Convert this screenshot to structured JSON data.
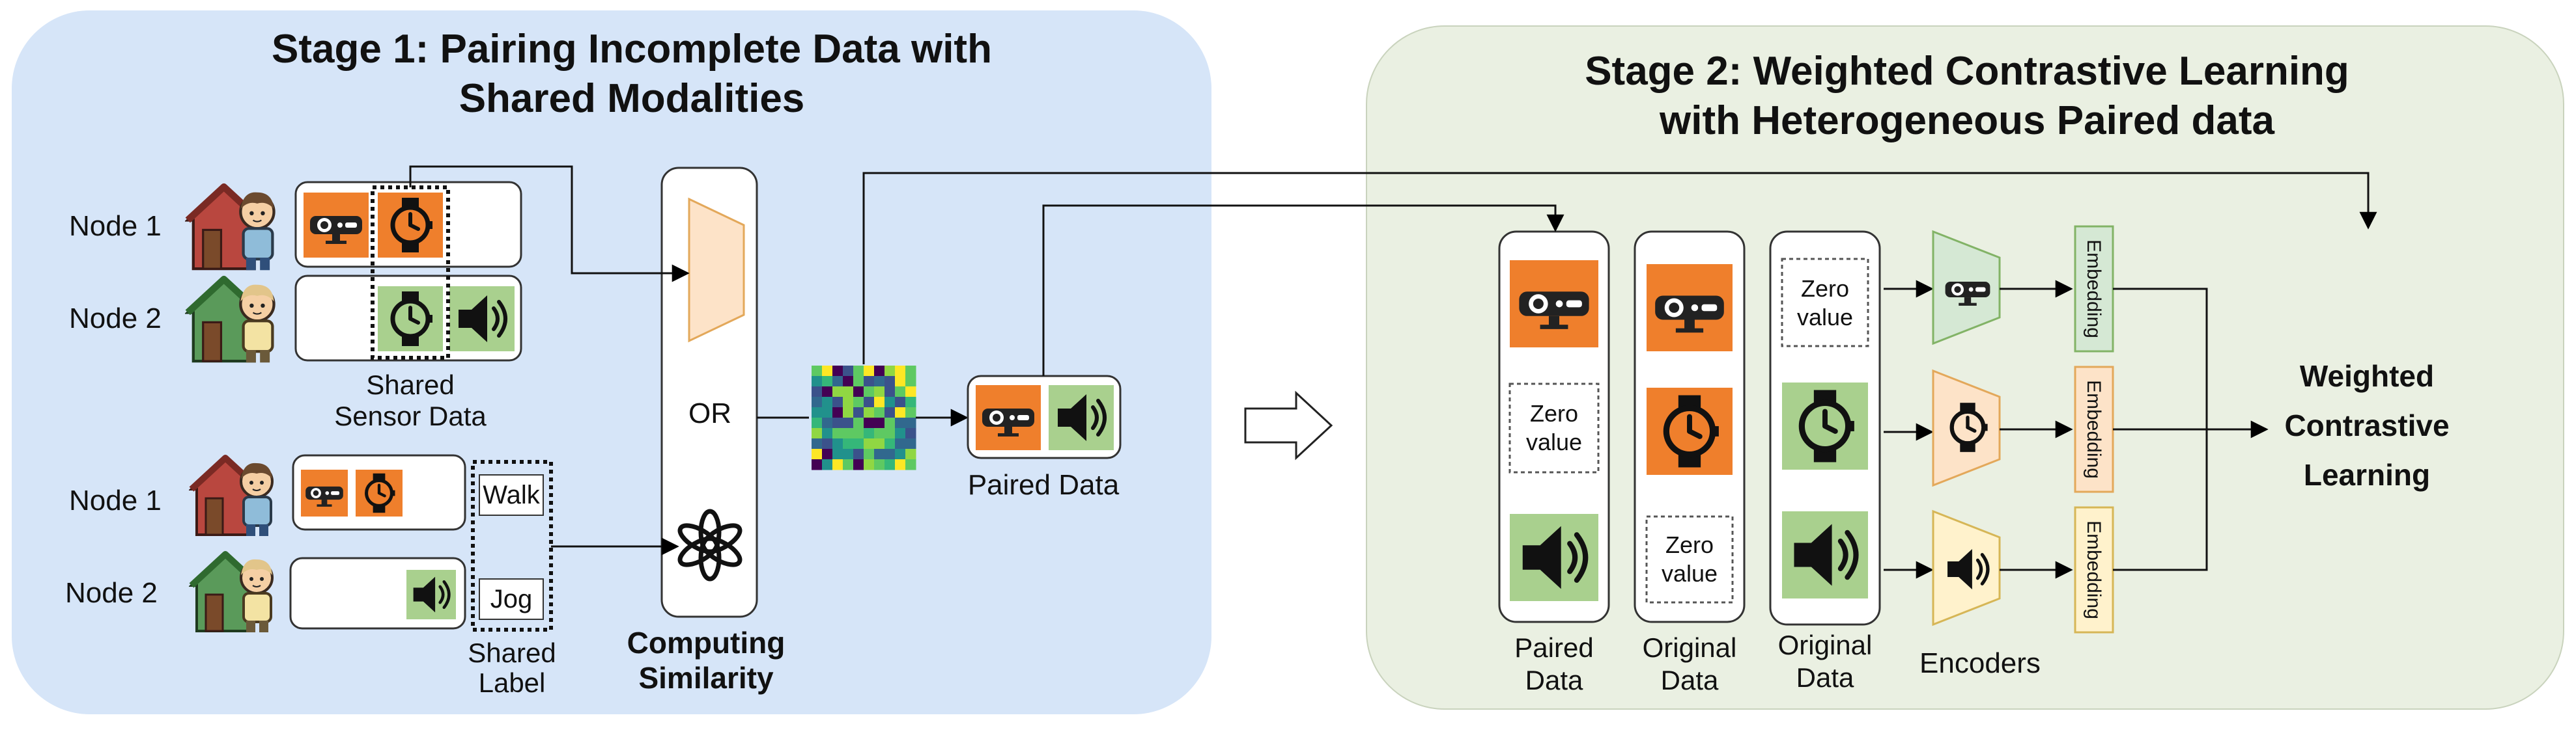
{
  "stage1": {
    "title_line1": "Stage 1: Pairing Incomplete Data with",
    "title_line2": "Shared Modalities",
    "nodes_top": [
      "Node 1",
      "Node 2"
    ],
    "shared_sensor_line1": "Shared",
    "shared_sensor_line2": "Sensor Data",
    "or_label": "OR",
    "nodes_bottom": [
      "Node 1",
      "Node 2"
    ],
    "labels": [
      "Walk",
      "Jog"
    ],
    "shared_label_line1": "Shared",
    "shared_label_line2": "Label",
    "computing_line1": "Computing",
    "computing_line2": "Similarity",
    "paired_data": "Paired Data"
  },
  "stage2": {
    "title_line1": "Stage 2: Weighted Contrastive Learning",
    "title_line2": "with Heterogeneous Paired data",
    "zero_value_line1": "Zero",
    "zero_value_line2": "value",
    "col1_line1": "Paired",
    "col1_line2": "Data",
    "col2_line1": "Original",
    "col2_line2": "Data",
    "col3_line1": "Original",
    "col3_line2": "Data",
    "encoders": "Encoders",
    "embedding": "Embedding",
    "wcl_line1": "Weighted",
    "wcl_line2": "Contrastive",
    "wcl_line3": "Learning"
  },
  "colors": {
    "stage1_bg": "#d6e5f8",
    "stage2_bg": "#eaf0e2",
    "camera_tile": "#ef7f2c",
    "watch_tile": "#ef7f2c",
    "audio_tile": "#a9d08e",
    "watch_green_tile": "#a9d08e",
    "encoder_green": "#d5e8d4",
    "encoder_orange": "#fde3c8",
    "encoder_yellow": "#fff2cc"
  },
  "icons": [
    "house-icon",
    "person-icon",
    "camera-icon",
    "watch-icon",
    "speaker-icon",
    "openai-logo-icon",
    "similarity-matrix",
    "arrow-icon"
  ]
}
